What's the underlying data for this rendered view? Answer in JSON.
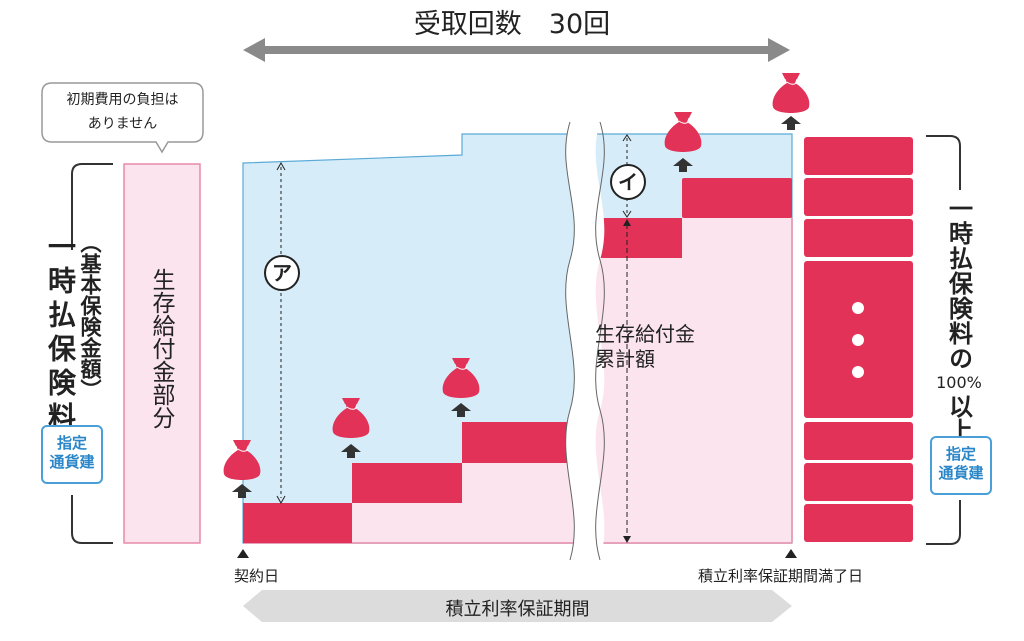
{
  "title": "受取回数　30回",
  "bubble": {
    "line1": "初期費用の負担は",
    "line2": "ありません"
  },
  "left": {
    "premium_label": "一時払保険料",
    "basic_amount_label": "（基本保険金額）",
    "currency_badge": {
      "line1": "指定",
      "line2": "通貨建"
    },
    "column_label": "生存給付金部分"
  },
  "markers": {
    "a": "ア",
    "i": "イ"
  },
  "cumulative_label": {
    "line1": "生存給付金",
    "line2": "累計額"
  },
  "right": {
    "label_main": "一時払保険料の",
    "label_pct": "100%",
    "label_tail": "以上",
    "currency_badge": {
      "line1": "指定",
      "line2": "通貨建"
    }
  },
  "timeline": {
    "start": "契約日",
    "end": "積立利率保証期間満了日",
    "period": "積立利率保証期間"
  },
  "colors": {
    "red": "#e33258",
    "pink": "#fbe4ee",
    "blue": "#d6ecf8",
    "gray_arrow": "#8a8a8a",
    "badge": "#2a86c8"
  }
}
